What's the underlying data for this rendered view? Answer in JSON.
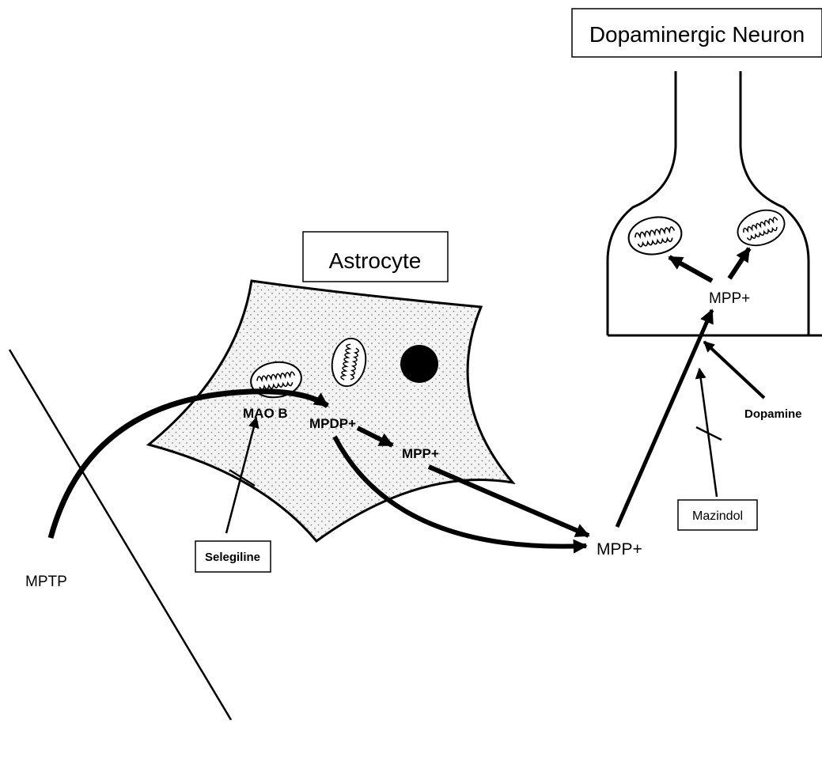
{
  "labels": {
    "neuron": "Dopaminergic Neuron",
    "astrocyte": "Astrocyte",
    "mao_b": "MAO B",
    "mpdp": "MPDP+",
    "mpp_astro": "MPP+",
    "mpp_extra": "MPP+",
    "mpp_neuron": "MPP+",
    "dopamine": "Dopamine",
    "mazindol": "Mazindol",
    "selegiline": "Selegiline",
    "mptp": "MPTP"
  },
  "colors": {
    "ink": "#000000",
    "background": "#ffffff",
    "astrocyte_fill": "#f2f2f2",
    "dots": "#9a9a9a"
  },
  "icons": [
    "mitochondrion-icon",
    "nucleus-icon",
    "inhibition-mark-icon"
  ]
}
